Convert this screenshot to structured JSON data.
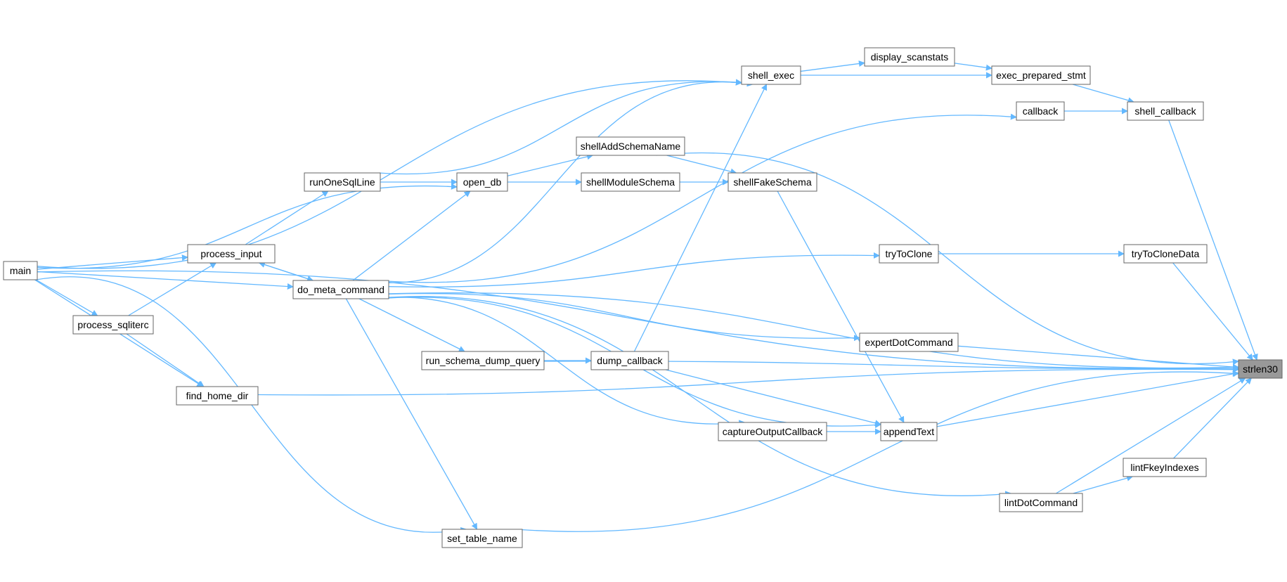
{
  "graph": {
    "edge_color": "#63b8ff",
    "target_fill": "#999999",
    "nodes": [
      {
        "id": "main",
        "label": "main"
      },
      {
        "id": "process_input",
        "label": "process_input"
      },
      {
        "id": "process_sqliterc",
        "label": "process_sqliterc"
      },
      {
        "id": "find_home_dir",
        "label": "find_home_dir"
      },
      {
        "id": "runOneSqlLine",
        "label": "runOneSqlLine"
      },
      {
        "id": "do_meta_command",
        "label": "do_meta_command"
      },
      {
        "id": "open_db",
        "label": "open_db"
      },
      {
        "id": "run_schema_dump_query",
        "label": "run_schema_dump_query"
      },
      {
        "id": "set_table_name",
        "label": "set_table_name"
      },
      {
        "id": "shellAddSchemaName",
        "label": "shellAddSchemaName"
      },
      {
        "id": "shellModuleSchema",
        "label": "shellModuleSchema"
      },
      {
        "id": "dump_callback",
        "label": "dump_callback"
      },
      {
        "id": "shell_exec",
        "label": "shell_exec"
      },
      {
        "id": "shellFakeSchema",
        "label": "shellFakeSchema"
      },
      {
        "id": "captureOutputCallback",
        "label": "captureOutputCallback"
      },
      {
        "id": "display_scanstats",
        "label": "display_scanstats"
      },
      {
        "id": "tryToClone",
        "label": "tryToClone"
      },
      {
        "id": "expertDotCommand",
        "label": "expertDotCommand"
      },
      {
        "id": "appendText",
        "label": "appendText"
      },
      {
        "id": "exec_prepared_stmt",
        "label": "exec_prepared_stmt"
      },
      {
        "id": "callback",
        "label": "callback"
      },
      {
        "id": "lintDotCommand",
        "label": "lintDotCommand"
      },
      {
        "id": "shell_callback",
        "label": "shell_callback"
      },
      {
        "id": "tryToCloneData",
        "label": "tryToCloneData"
      },
      {
        "id": "lintFkeyIndexes",
        "label": "lintFkeyIndexes"
      },
      {
        "id": "strlen30",
        "label": "strlen30",
        "target": true
      }
    ],
    "edges": [
      [
        "main",
        "strlen30"
      ],
      [
        "main",
        "shell_exec"
      ],
      [
        "main",
        "open_db"
      ],
      [
        "main",
        "process_input"
      ],
      [
        "main",
        "do_meta_command"
      ],
      [
        "main",
        "process_sqliterc"
      ],
      [
        "main",
        "find_home_dir"
      ],
      [
        "main",
        "set_table_name"
      ],
      [
        "process_input",
        "runOneSqlLine"
      ],
      [
        "process_input",
        "do_meta_command"
      ],
      [
        "process_sqliterc",
        "process_input"
      ],
      [
        "process_sqliterc",
        "find_home_dir"
      ],
      [
        "find_home_dir",
        "strlen30"
      ],
      [
        "runOneSqlLine",
        "shell_exec"
      ],
      [
        "runOneSqlLine",
        "open_db"
      ],
      [
        "do_meta_command",
        "process_input"
      ],
      [
        "do_meta_command",
        "shell_exec"
      ],
      [
        "do_meta_command",
        "open_db"
      ],
      [
        "do_meta_command",
        "callback"
      ],
      [
        "do_meta_command",
        "tryToClone"
      ],
      [
        "do_meta_command",
        "strlen30"
      ],
      [
        "do_meta_command",
        "expertDotCommand"
      ],
      [
        "do_meta_command",
        "run_schema_dump_query"
      ],
      [
        "do_meta_command",
        "captureOutputCallback"
      ],
      [
        "do_meta_command",
        "appendText"
      ],
      [
        "do_meta_command",
        "lintDotCommand"
      ],
      [
        "do_meta_command",
        "set_table_name"
      ],
      [
        "open_db",
        "shellAddSchemaName"
      ],
      [
        "open_db",
        "shellModuleSchema"
      ],
      [
        "run_schema_dump_query",
        "dump_callback"
      ],
      [
        "run_schema_dump_query",
        "strlen30"
      ],
      [
        "set_table_name",
        "strlen30"
      ],
      [
        "shellAddSchemaName",
        "shellFakeSchema"
      ],
      [
        "shellAddSchemaName",
        "strlen30"
      ],
      [
        "shellModuleSchema",
        "shellFakeSchema"
      ],
      [
        "dump_callback",
        "shell_exec"
      ],
      [
        "dump_callback",
        "appendText"
      ],
      [
        "shell_exec",
        "display_scanstats"
      ],
      [
        "shell_exec",
        "exec_prepared_stmt"
      ],
      [
        "shellFakeSchema",
        "appendText"
      ],
      [
        "captureOutputCallback",
        "appendText"
      ],
      [
        "display_scanstats",
        "exec_prepared_stmt"
      ],
      [
        "tryToClone",
        "tryToCloneData"
      ],
      [
        "expertDotCommand",
        "strlen30"
      ],
      [
        "appendText",
        "strlen30"
      ],
      [
        "exec_prepared_stmt",
        "shell_callback"
      ],
      [
        "callback",
        "shell_callback"
      ],
      [
        "lintDotCommand",
        "lintFkeyIndexes"
      ],
      [
        "lintDotCommand",
        "strlen30"
      ],
      [
        "shell_callback",
        "strlen30"
      ],
      [
        "tryToCloneData",
        "strlen30"
      ],
      [
        "lintFkeyIndexes",
        "strlen30"
      ]
    ]
  }
}
